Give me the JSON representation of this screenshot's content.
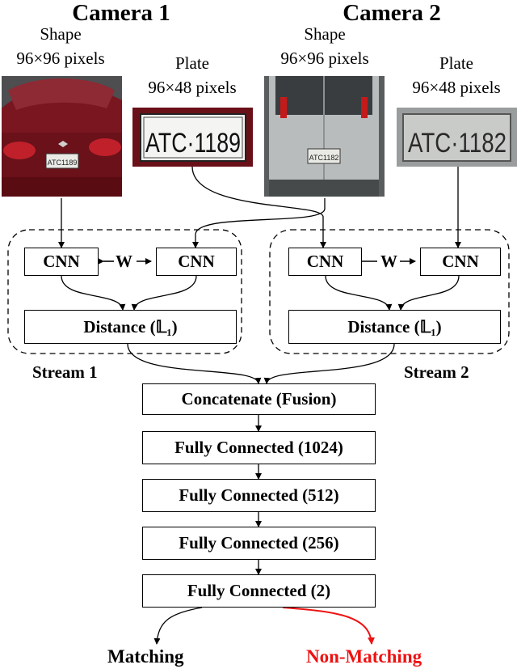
{
  "camera1": {
    "title": "Camera 1",
    "shape_caption": "Shape",
    "shape_size": "96×96 pixels",
    "plate_caption": "Plate",
    "plate_size": "96×48 pixels",
    "plate_text": "ATC·1189"
  },
  "camera2": {
    "title": "Camera 2",
    "shape_caption": "Shape",
    "shape_size": "96×96 pixels",
    "plate_caption": "Plate",
    "plate_size": "96×48 pixels",
    "plate_text": "ATC·1182"
  },
  "stream1": {
    "cnn_left": "CNN",
    "weight": "W",
    "cnn_right": "CNN",
    "distance": "Distance (𝕃₁)",
    "label": "Stream 1"
  },
  "stream2": {
    "cnn_left": "CNN",
    "weight": "W",
    "cnn_right": "CNN",
    "distance": "Distance (𝕃₁)",
    "label": "Stream 2"
  },
  "layers": [
    "Concatenate (Fusion)",
    "Fully Connected (1024)",
    "Fully Connected (512)",
    "Fully Connected (256)",
    "Fully Connected (2)"
  ],
  "outputs": {
    "matching": "Matching",
    "non_matching": "Non-Matching"
  },
  "colors": {
    "non_matching": "#ee1111",
    "car1_body": "#7a1620",
    "car2_body": "#b9bcbd",
    "plate_bg": "#f4f4f2"
  }
}
